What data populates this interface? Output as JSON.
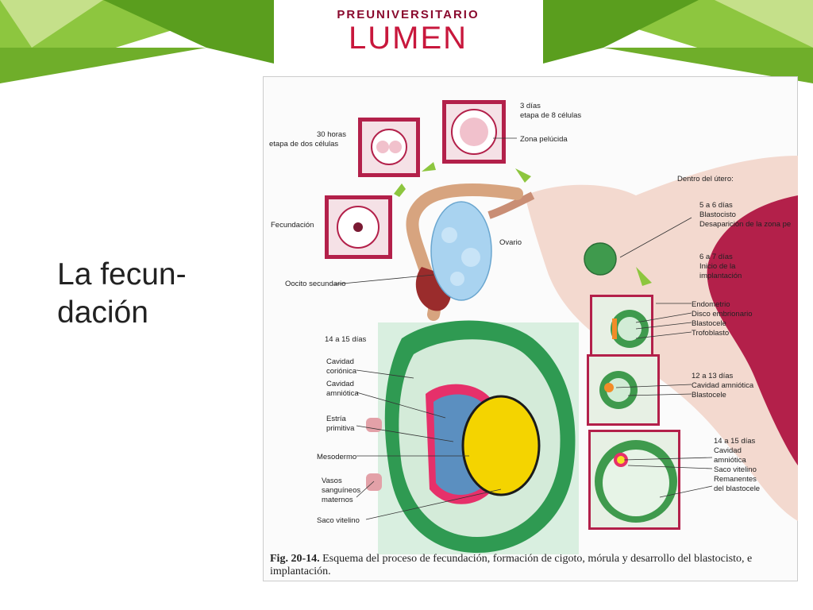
{
  "brand": {
    "top": "PREUNIVERSITARIO",
    "name": "LUMEN"
  },
  "slide": {
    "title_line1": "La fecun-",
    "title_line2": "dación"
  },
  "figure": {
    "labels": {
      "dos_celulas_1": "30 horas",
      "dos_celulas_2": "etapa de dos células",
      "ocho_celulas_1": "3 días",
      "ocho_celulas_2": "etapa de 8 células",
      "zona_pelucida": "Zona pelúcida",
      "dentro_utero": "Dentro del útero:",
      "fecundacion": "Fecundación",
      "ovario": "Ovario",
      "oocito": "Oocito secundario",
      "blasto_1": "5 a 6 días",
      "blasto_2": "Blastocisto",
      "blasto_3": "Desaparición de la zona pe",
      "impl_1": "6 a 7 días",
      "impl_2": "Inicio de la",
      "impl_3": "implantación",
      "endometrio": "Endometrio",
      "disco": "Disco embrionario",
      "blastocele_1": "Blastocele",
      "trofoblasto": "Trofoblasto",
      "d12_1": "12 a 13 días",
      "d12_2": "Cavidad amniótica",
      "d12_3": "Blastocele",
      "d14r_1": "14 a 15 días",
      "d14r_2": "Cavidad",
      "d14r_3": "amniótica",
      "d14r_4": "Saco vitelino",
      "d14r_5": "Remanentes",
      "d14r_6": "del blastocele",
      "d14l_title": "14 a 15 días",
      "corionica_1": "Cavidad",
      "corionica_2": "coriónica",
      "amniotica_1": "Cavidad",
      "amniotica_2": "amniótica",
      "estria_1": "Estría",
      "estria_2": "primitiva",
      "mesodermo": "Mesodermo",
      "vasos_1": "Vasos",
      "vasos_2": "sanguíneos",
      "vasos_3": "maternos",
      "saco_vitelino_l": "Saco vitelino"
    },
    "caption_bold": "Fig. 20-14.",
    "caption_text": " Esquema del proceso de fecundación, formación de cigoto, mórula y desarrollo del blastocisto, e implantación."
  },
  "colors": {
    "green_dark": "#5a9e1e",
    "green_light": "#8dc63f",
    "brand_red": "#c8173c",
    "crimson": "#b3204a"
  }
}
